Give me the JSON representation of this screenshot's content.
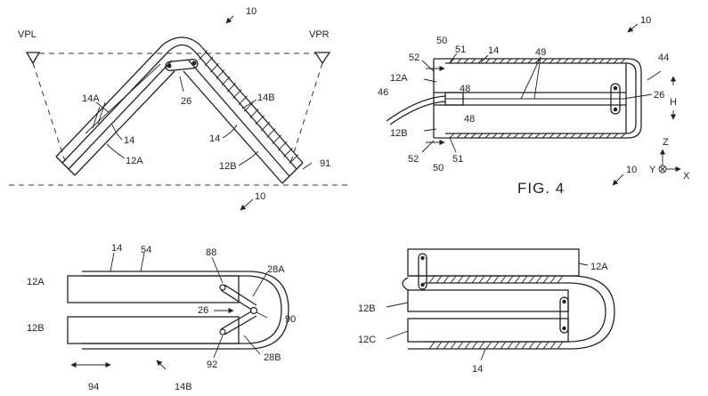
{
  "labels": {
    "top_left": {
      "ref_10_top": "10",
      "vpl": "VPL",
      "vpr": "VPR",
      "ref_14a": "14A",
      "ref_14b": "14B",
      "ref_26": "26",
      "ref_14_left": "14",
      "ref_14_right": "14",
      "ref_12a": "12A",
      "ref_12b": "12B",
      "ref_91": "91",
      "ref_10_bottom": "10"
    },
    "fig4": {
      "title": "FIG. 4",
      "ref_10_top": "10",
      "ref_50_top": "50",
      "ref_52_top": "52",
      "ref_51_top": "51",
      "ref_14": "14",
      "ref_49": "49",
      "ref_44": "44",
      "ref_12a": "12A",
      "ref_46": "46",
      "ref_48_top": "48",
      "ref_48_bottom": "48",
      "ref_26": "26",
      "ref_h": "H",
      "ref_12b": "12B",
      "ref_52_bottom": "52",
      "ref_50_bottom": "50",
      "ref_51_bottom": "51",
      "ref_10_bottom": "10",
      "axis_z": "Z",
      "axis_y": "Y",
      "axis_x": "X"
    },
    "bottom_left": {
      "ref_14": "14",
      "ref_54": "54",
      "ref_88": "88",
      "ref_12a": "12A",
      "ref_28a": "28A",
      "ref_26": "26",
      "ref_90": "90",
      "ref_12b": "12B",
      "ref_92": "92",
      "ref_28b": "28B",
      "ref_94": "94",
      "ref_14b": "14B"
    },
    "bottom_right": {
      "ref_12a": "12A",
      "ref_12b": "12B",
      "ref_12c": "12C",
      "ref_14": "14"
    }
  }
}
